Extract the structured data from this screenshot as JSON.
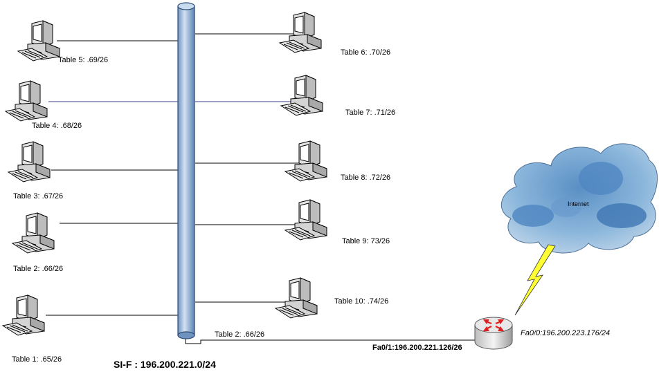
{
  "hosts_left": [
    {
      "label": "Table 5: .69/26"
    },
    {
      "label": "Table 4: .68/26"
    },
    {
      "label": "Table 3: .67/26"
    },
    {
      "label": "Table 2: .66/26"
    },
    {
      "label": "Table 1: .65/26"
    }
  ],
  "hosts_right": [
    {
      "label": "Table 6: .70/26"
    },
    {
      "label": "Table 7: .71/26"
    },
    {
      "label": "Table 8: .72/26"
    },
    {
      "label": "Table 9: 73/26"
    },
    {
      "label": "Table 10: .74/26"
    }
  ],
  "uplink_label": "Table 2: .66/26",
  "router": {
    "fa01_label": "Fa0/1:196.200.221.126/26",
    "fa00_label": "Fa0/0:196.200.223.176/24"
  },
  "cloud_label": "Internet",
  "network_title": "SI-F : 196.200.221.0/24",
  "colors": {
    "bus_fill": "#a9c4e0",
    "bus_stroke": "#2c4a74",
    "cloud_fill": "#7fb0d8",
    "lightning": "#ffff33",
    "router_arrows": "#e02020",
    "blue_link": "#3a3a8a"
  }
}
